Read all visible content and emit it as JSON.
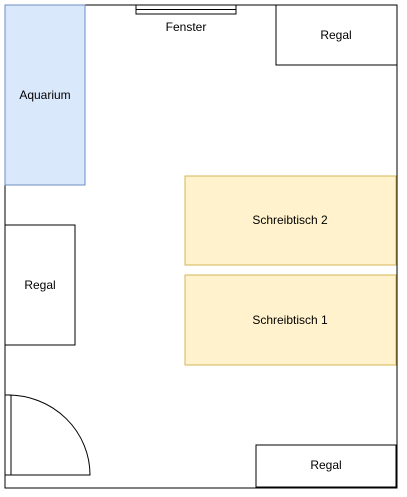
{
  "room": {
    "wall_color": "#000000",
    "background_color": "#ffffff"
  },
  "window": {
    "label": "Fenster"
  },
  "furniture": {
    "aquarium": {
      "label": "Aquarium",
      "fill": "#dae8fc",
      "stroke": "#6c8ebf"
    },
    "shelf_top_right": {
      "label": "Regal"
    },
    "shelf_left": {
      "label": "Regal"
    },
    "shelf_bottom_right": {
      "label": "Regal"
    },
    "desk_2": {
      "label": "Schreibtisch 2",
      "fill": "#fff2cc",
      "stroke": "#d6b656"
    },
    "desk_1": {
      "label": "Schreibtisch 1",
      "fill": "#fff2cc",
      "stroke": "#d6b656"
    }
  },
  "door": {
    "icon": "door-swing-icon"
  }
}
